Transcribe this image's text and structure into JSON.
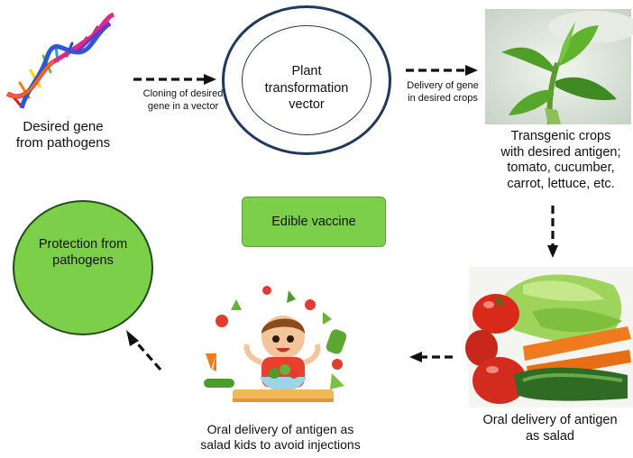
{
  "diagram": {
    "desired_gene": "Desired gene\nfrom pathogens",
    "cloning": "Cloning of desired\ngene in a vector",
    "vector": "Plant\ntransformation\nvector",
    "delivery_gene": "Delivery of gene\nin desired crops",
    "transgenic": "Transgenic crops\nwith desired antigen;\ntomato, cucumber,\ncarrot, lettuce, etc.",
    "edible_vaccine": "Edible vaccine",
    "protection": "Protection from\npathogens",
    "oral_salad": "Oral delivery of antigen\nas salad",
    "oral_kids": "Oral delivery of antigen as\nsalad kids to avoid injections"
  },
  "colors": {
    "green_fill": "#7ccf48",
    "circle_stroke": "#1f3a5c",
    "arrow": "#111111"
  },
  "icons": [
    "dna-icon",
    "plant-icon",
    "salad-vegetables-icon",
    "kid-salad-icon"
  ]
}
